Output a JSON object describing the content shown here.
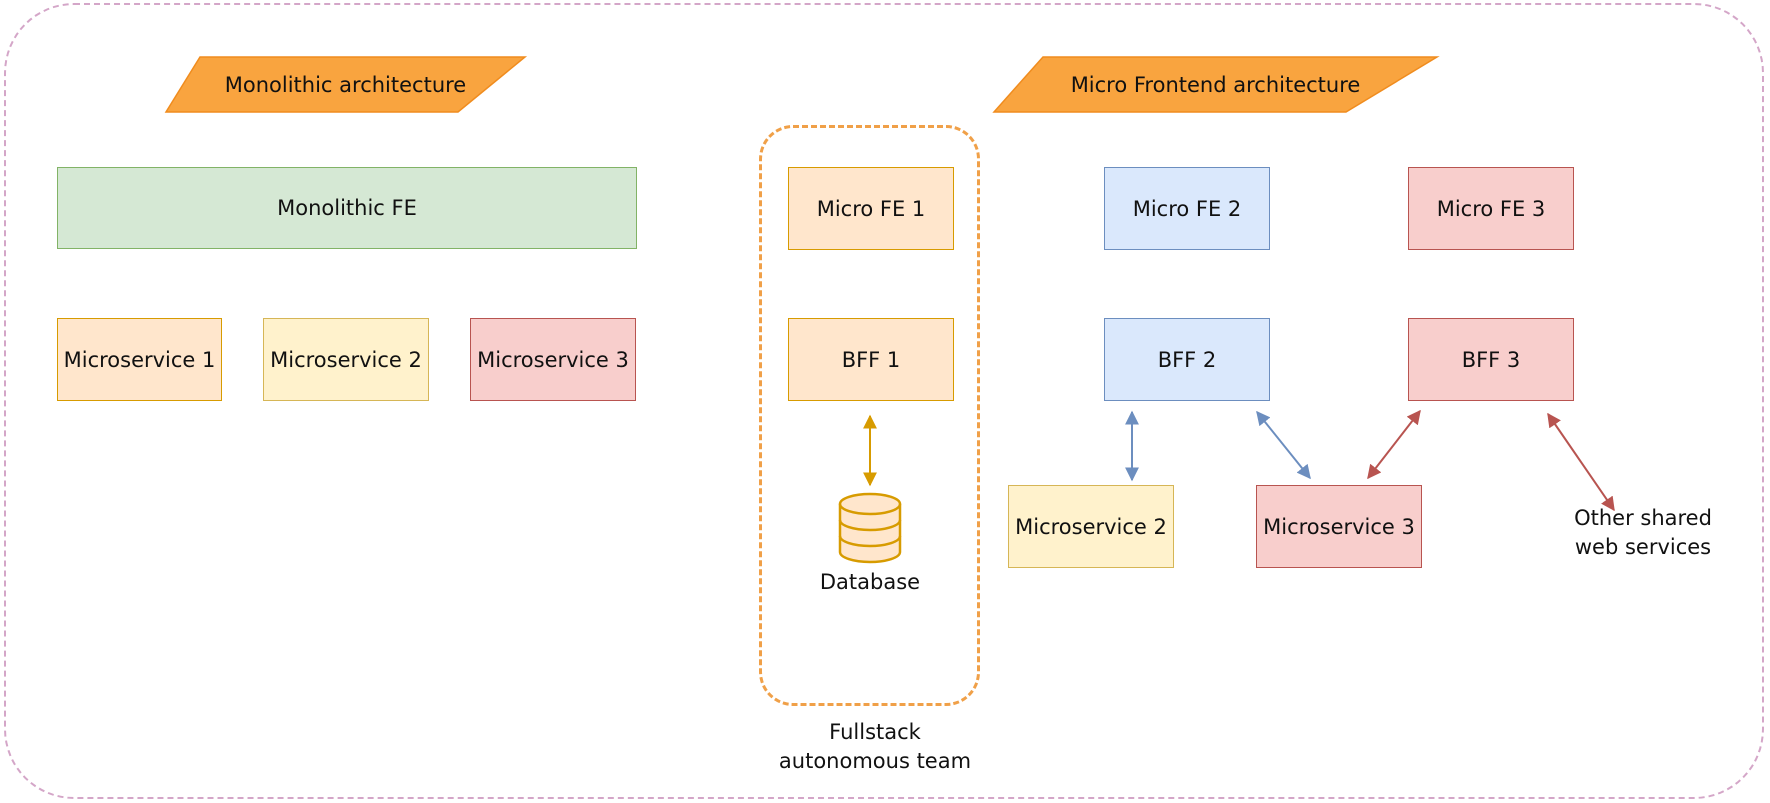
{
  "titles": {
    "monolithic": "Monolithic architecture",
    "micro_frontend": "Micro Frontend architecture"
  },
  "monolithic": {
    "frontend": "Monolithic FE",
    "services": [
      "Microservice 1",
      "Microservice 2",
      "Microservice 3"
    ]
  },
  "team": {
    "micro_fe": "Micro FE 1",
    "bff": "BFF 1",
    "database": "Database",
    "caption_line1": "Fullstack",
    "caption_line2": "autonomous team"
  },
  "micro_frontend": {
    "micro_fe_2": "Micro FE 2",
    "micro_fe_3": "Micro FE 3",
    "bff_2": "BFF 2",
    "bff_3": "BFF 3",
    "microservice_2": "Microservice 2",
    "microservice_3": "Microservice 3",
    "shared_line1": "Other shared",
    "shared_line2": "web services"
  },
  "colors": {
    "banner": "#f9a43f",
    "green": "#d5e8d4",
    "orange": "#ffe6cc",
    "yellow": "#fff2cc",
    "red": "#f8cecc",
    "blue": "#dae8fc",
    "arrow_orange": "#d79b00",
    "arrow_blue": "#6c8ebf",
    "arrow_red": "#b85450"
  }
}
